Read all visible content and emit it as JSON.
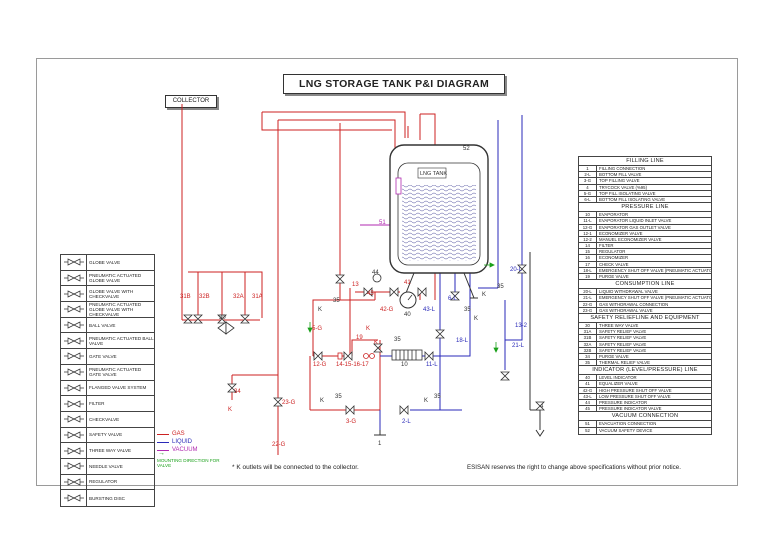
{
  "title": "LNG STORAGE TANK P&I DIAGRAM",
  "collector_label": "COLLECTOR",
  "tank_label": "LNG TANK",
  "colors": {
    "gas": "#cc2222",
    "liquid": "#2a2ab8",
    "vacuum": "#b02ab0",
    "mount": "#1aa01a",
    "frame": "#333333"
  },
  "legend": [
    {
      "icon": "globe-valve-icon",
      "label": "GLOBE VALVE"
    },
    {
      "icon": "pneumatic-globe-valve-icon",
      "label": "PNEUMATIC ACTUATED GLOBE VALVE"
    },
    {
      "icon": "globe-check-valve-icon",
      "label": "GLOBE VALVE WITH CHECKVALVE"
    },
    {
      "icon": "pneumatic-globe-check-valve-icon",
      "label": "PNEUMATIC ACTUATED GLOBE VALVE WITH CHECKVALVE"
    },
    {
      "icon": "ball-valve-icon",
      "label": "BALL VALVE"
    },
    {
      "icon": "pneumatic-ball-valve-icon",
      "label": "PNEUMATIC ACTUATED BALL VALVE"
    },
    {
      "icon": "gate-valve-icon",
      "label": "GATE VALVE"
    },
    {
      "icon": "pneumatic-gate-valve-icon",
      "label": "PNEUMATIC ACTUATED GATE VALVE"
    },
    {
      "icon": "flanged-valve-icon",
      "label": "FLANGED VALVE SYSTEM"
    },
    {
      "icon": "filter-icon",
      "label": "FILTER"
    },
    {
      "icon": "check-valve-icon",
      "label": "CHECKVALVE"
    },
    {
      "icon": "safety-valve-icon",
      "label": "SAFETY VALVE"
    },
    {
      "icon": "three-way-valve-icon",
      "label": "THREE WAY VALVE"
    },
    {
      "icon": "needle-valve-icon",
      "label": "NEEDLE VALVE"
    },
    {
      "icon": "regulator-icon",
      "label": "REGULATOR"
    },
    {
      "icon": "bursting-disc-icon",
      "label": "BURSTING DISC"
    }
  ],
  "spec_sections": [
    {
      "title": "FILLING LINE",
      "rows": [
        {
          "code": "1",
          "desc": "FILLING CONNECTION"
        },
        {
          "code": "2-L",
          "desc": "BOTTOM FILL VALVE"
        },
        {
          "code": "3-G",
          "desc": "TOP FILLING VALVE"
        },
        {
          "code": "4",
          "desc": "TRYCOCK VALVE (%95)"
        },
        {
          "code": "5-G",
          "desc": "TOP FILL ISOLATING VALVE"
        },
        {
          "code": "6-L",
          "desc": "BOTTOM FILL ISOLATING VALVE"
        }
      ]
    },
    {
      "title": "PRESSURE LINE",
      "rows": [
        {
          "code": "10",
          "desc": "EVAPORATOR"
        },
        {
          "code": "11-L",
          "desc": "EVAPORATOR LIQUID INLET VALVE"
        },
        {
          "code": "12-G",
          "desc": "EVAPORATOR GAS OUTLET VALVE"
        },
        {
          "code": "12-1",
          "desc": "ECONOMIZER VALVE"
        },
        {
          "code": "12-2",
          "desc": "MANUEL ECONOMIZER VALVE"
        },
        {
          "code": "14",
          "desc": "FILTER"
        },
        {
          "code": "15",
          "desc": "REGULATOR"
        },
        {
          "code": "16",
          "desc": "ECONOMIZER"
        },
        {
          "code": "17",
          "desc": "CHECK VALVE"
        },
        {
          "code": "18-L",
          "desc": "EMERGENCY SHUT OFF VALVE (PNEUMATIC ACTUATOR)"
        },
        {
          "code": "19",
          "desc": "PURGE VALVE"
        }
      ]
    },
    {
      "title": "CONSUMPTION LINE",
      "rows": [
        {
          "code": "20-L",
          "desc": "LIQUID WITHDRAWAL VALVE"
        },
        {
          "code": "21-L",
          "desc": "EMERGENCY SHUT OFF VALVE (PNEUMATIC ACTUATOR)"
        },
        {
          "code": "22-G",
          "desc": "GAS WITHDRAWAL CONNECTION"
        },
        {
          "code": "23-G",
          "desc": "GAS WITHDRAWAL VALVE"
        }
      ]
    },
    {
      "title": "SAFETY RELIEFLINE AND EQUIPMENT",
      "rows": [
        {
          "code": "30",
          "desc": "THREE WAY VALVE"
        },
        {
          "code": "31A",
          "desc": "SAFETY RELIEF VALVE"
        },
        {
          "code": "31B",
          "desc": "SAFETY RELIEF VALVE"
        },
        {
          "code": "32A",
          "desc": "SAFETY RELIEF VALVE"
        },
        {
          "code": "32B",
          "desc": "SAFETY RELIEF VALVE"
        },
        {
          "code": "34",
          "desc": "PURGE VALVE"
        },
        {
          "code": "35",
          "desc": "THERMAL RELIEF VALVE"
        }
      ]
    },
    {
      "title": "INDICATOR (LEVEL/PRESSURE) LINE",
      "rows": [
        {
          "code": "40",
          "desc": "LEVEL INDICATOR"
        },
        {
          "code": "41",
          "desc": "EQUALIZER VALVE"
        },
        {
          "code": "42-G",
          "desc": "HIGH PRESSURE SHUT OFF VALVE"
        },
        {
          "code": "43-L",
          "desc": "LOW PRESSURE SHUT OFF VALVE"
        },
        {
          "code": "44",
          "desc": "PRESSURE INDICATOR"
        },
        {
          "code": "45",
          "desc": "PRESSURE INDICATOR VALVE"
        }
      ]
    },
    {
      "title": "VACUUM CONNECTION",
      "rows": [
        {
          "code": "51",
          "desc": "EVACUATION CONNECTION"
        },
        {
          "code": "52",
          "desc": "VACUUM SAFETY DEVICE"
        }
      ]
    }
  ],
  "line_legend": [
    {
      "label": "GAS",
      "color": "#cc2222"
    },
    {
      "label": "LIQUID",
      "color": "#2a2ab8"
    },
    {
      "label": "VACUUM",
      "color": "#b02ab0"
    }
  ],
  "mount_note": "MOUNTING DIRECTION FOR VALVE",
  "k_note": "* K outlets will be connected to the collector.",
  "disclaimer": "ESISAN reserves the right to change above specifications without prior notice.",
  "tags": {
    "t31B": "31B",
    "t32B": "32B",
    "t32A": "32A",
    "t31A": "31A",
    "t30": "30",
    "t13": "13",
    "t35a": "35",
    "t35b": "35",
    "t35c": "35",
    "t35d": "35",
    "t35e": "35",
    "t35f": "35",
    "t5G": "5-G",
    "t44": "44",
    "t45": "45",
    "t41": "41",
    "t40": "40",
    "t42G": "42-G",
    "t43L": "43-L",
    "t6L": "6-L",
    "t20L": "20-L",
    "t132": "13-2",
    "t21L": "21-L",
    "t18L": "18-L",
    "t19": "19",
    "t12G": "12-G",
    "t1417": "14-15-16-17",
    "t10": "10",
    "t11L": "11-L",
    "t34": "34",
    "t23G": "23-G",
    "t22G": "22-G",
    "t3G": "3-G",
    "t2L": "2-L",
    "t1": "1",
    "t4": "4",
    "t51": "51",
    "t52": "52",
    "tK1": "K",
    "tK2": "K",
    "tK3": "K",
    "tK4": "K",
    "tK5": "K",
    "tK6": "K",
    "tK7": "K",
    "tK8": "K"
  }
}
